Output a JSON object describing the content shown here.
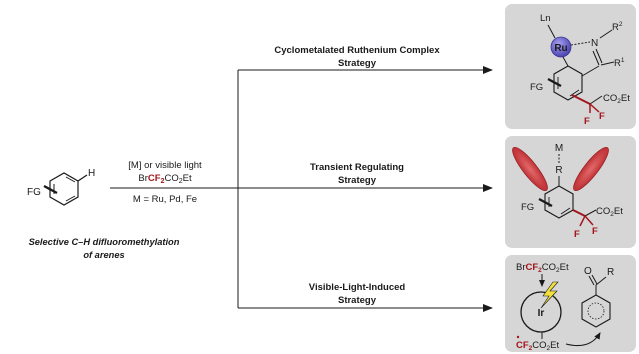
{
  "substrate": {
    "fg": "FG",
    "h": "H",
    "caption_line1": "Selective C–H difluoromethylation",
    "caption_line2": "of arenes"
  },
  "conditions": {
    "line1": "[M] or visible light",
    "reagent_pre": "Br",
    "reagent_cf2": "CF",
    "reagent_sub2": "2",
    "reagent_post": "CO",
    "reagent_sub2b": "2",
    "reagent_end": "Et",
    "line3": "M = Ru, Pd, Fe"
  },
  "strategies": [
    {
      "line1": "Cyclometalated Ruthenium Complex",
      "line2": "Strategy"
    },
    {
      "line1": "Transient Regulating",
      "line2": "Strategy"
    },
    {
      "line1": "Visible-Light-Induced",
      "line2": "Strategy"
    }
  ],
  "panel1": {
    "ln": "Ln",
    "ru": "Ru",
    "n": "N",
    "r2": "R",
    "r2sup": "2",
    "r1": "R",
    "r1sup": "1",
    "fg": "FG",
    "ester": "CO",
    "ester_sub": "2",
    "ester_end": "Et",
    "f1": "F",
    "f2": "F"
  },
  "panel2": {
    "m": "M",
    "r": "R",
    "fg": "FG",
    "ester": "CO",
    "ester_sub": "2",
    "ester_end": "Et",
    "f1": "F",
    "f2": "F"
  },
  "panel3": {
    "top_br": "Br",
    "top_cf2": "CF",
    "top_sub": "2",
    "top_co": "CO",
    "top_sub2": "2",
    "top_et": "Et",
    "ir": "Ir",
    "o": "O",
    "r": "R",
    "bot_cf2": "CF",
    "bot_sub": "2",
    "bot_co": "CO",
    "bot_sub2": "2",
    "bot_et": "Et"
  },
  "colors": {
    "panel_bg": "#d6d6d6",
    "red": "#a3151c",
    "ru_blue": "#6a63c9",
    "ellipse": "#c9393c",
    "bolt": "#f2e13a"
  }
}
